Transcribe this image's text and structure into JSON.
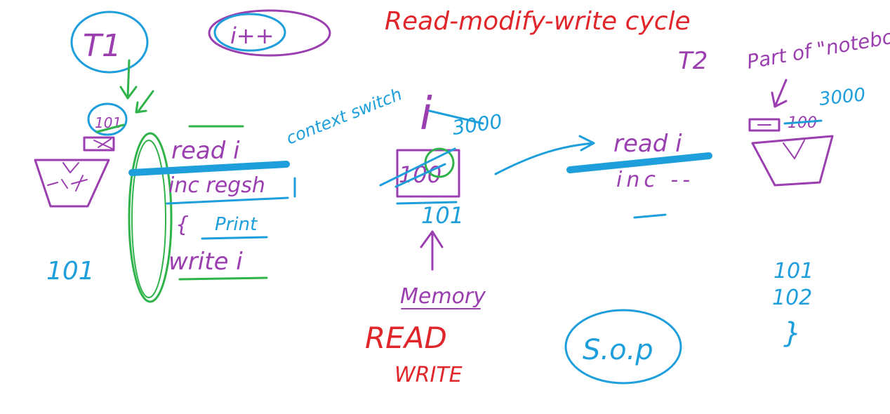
{
  "colors": {
    "red": "#e0262a",
    "purple": "#9b3fb0",
    "blue": "#1e9fdc",
    "green": "#2fb34a"
  },
  "title": "Read-modify-write cycle",
  "thread_1": {
    "label": "T1",
    "operation": "i++",
    "register_value": "101",
    "output_value": "101",
    "code": {
      "line1": "read i",
      "line2": "inc regsh",
      "line3": "{",
      "line4": "Print",
      "line5": "write i"
    },
    "annotation": "context switch"
  },
  "memory": {
    "variable": "i",
    "new_value": "3000",
    "old_value": "100",
    "written_value": "101",
    "label": "Memory"
  },
  "operations": [
    "READ",
    "WRITE"
  ],
  "thread_2": {
    "label": "T2",
    "code": {
      "line1": "read i",
      "line2": "inc --"
    },
    "notebook_note": "Part of \"notebook\"",
    "register_old": "100",
    "register_new": "3000",
    "outputs": [
      "101",
      "102",
      "}"
    ]
  },
  "sop_label": "S.o.p"
}
